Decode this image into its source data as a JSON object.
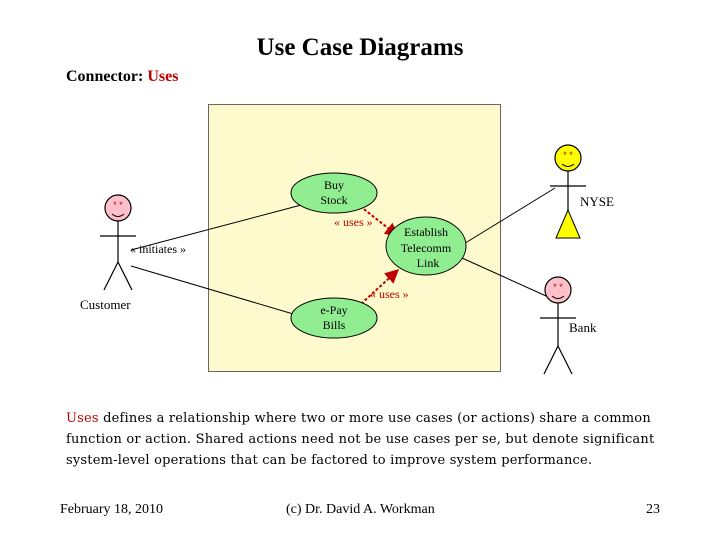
{
  "title": "Use Case Diagrams",
  "subtitle": {
    "label": "Connector:",
    "value": "Uses"
  },
  "actors": [
    {
      "id": "customer",
      "label": "Customer",
      "face": "* *",
      "color": "#ffc0cb"
    },
    {
      "id": "nyse",
      "label": "NYSE",
      "face": "* *",
      "color": "#ffff00"
    },
    {
      "id": "bank",
      "label": "Bank",
      "face": "* *",
      "color": "#ffc0cb"
    }
  ],
  "use_cases": [
    {
      "id": "buy-stock",
      "lines": [
        "Buy",
        "Stock"
      ]
    },
    {
      "id": "establish-telecomm-link",
      "lines": [
        "Establish",
        "Telecomm",
        "Link"
      ]
    },
    {
      "id": "e-pay-bills",
      "lines": [
        "e-Pay",
        "Bills"
      ]
    }
  ],
  "use_case_color": "#90ee90",
  "connectors": {
    "initiates": "« initiates »",
    "uses_1": "« uses »",
    "uses_2": "« uses »"
  },
  "description": {
    "highlight": "Uses",
    "text": " defines a relationship where two or more use cases (or actions) share a common function or action.  Shared actions need not be use cases per se, but denote significant system-level operations that can be factored to improve system performance."
  },
  "footer": {
    "date": "February 18, 2010",
    "author": "(c) Dr. David A. Workman",
    "page": "23"
  }
}
